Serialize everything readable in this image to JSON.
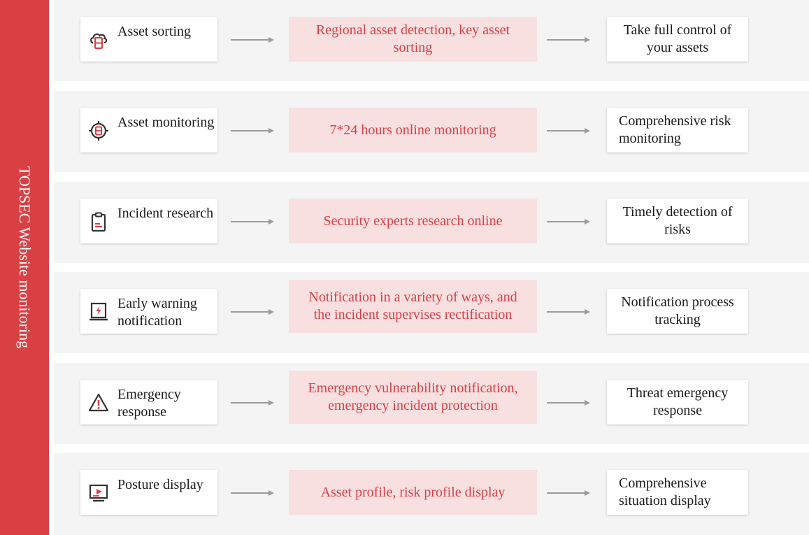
{
  "sidebar": {
    "title": "TOPSEC Website monitoring"
  },
  "colors": {
    "accent": "#d94044",
    "tint": "#f8dfe0",
    "row_bg": "#f4f4f4"
  },
  "rows": [
    {
      "icon": "cloud-database-icon",
      "label": "Asset sorting",
      "process": "Regional asset detection, key asset sorting",
      "result": "Take full control of your assets"
    },
    {
      "icon": "target-database-icon",
      "label": "Asset monitoring",
      "process": "7*24 hours online monitoring",
      "result": "Comprehensive risk monitoring"
    },
    {
      "icon": "clipboard-icon",
      "label": "Incident research",
      "process": "Security experts research online",
      "result": "Timely detection of risks"
    },
    {
      "icon": "laptop-alert-icon",
      "label": "Early warning notification",
      "process": "Notification in a variety of ways, and the incident supervises rectification",
      "result": "Notification process tracking"
    },
    {
      "icon": "warning-triangle-icon",
      "label": "Emergency response",
      "process": "Emergency vulnerability notification, emergency incident protection",
      "result": "Threat emergency response"
    },
    {
      "icon": "monitor-play-icon",
      "label": "Posture display",
      "process": "Asset profile, risk profile display",
      "result": "Comprehensive situation display"
    }
  ]
}
